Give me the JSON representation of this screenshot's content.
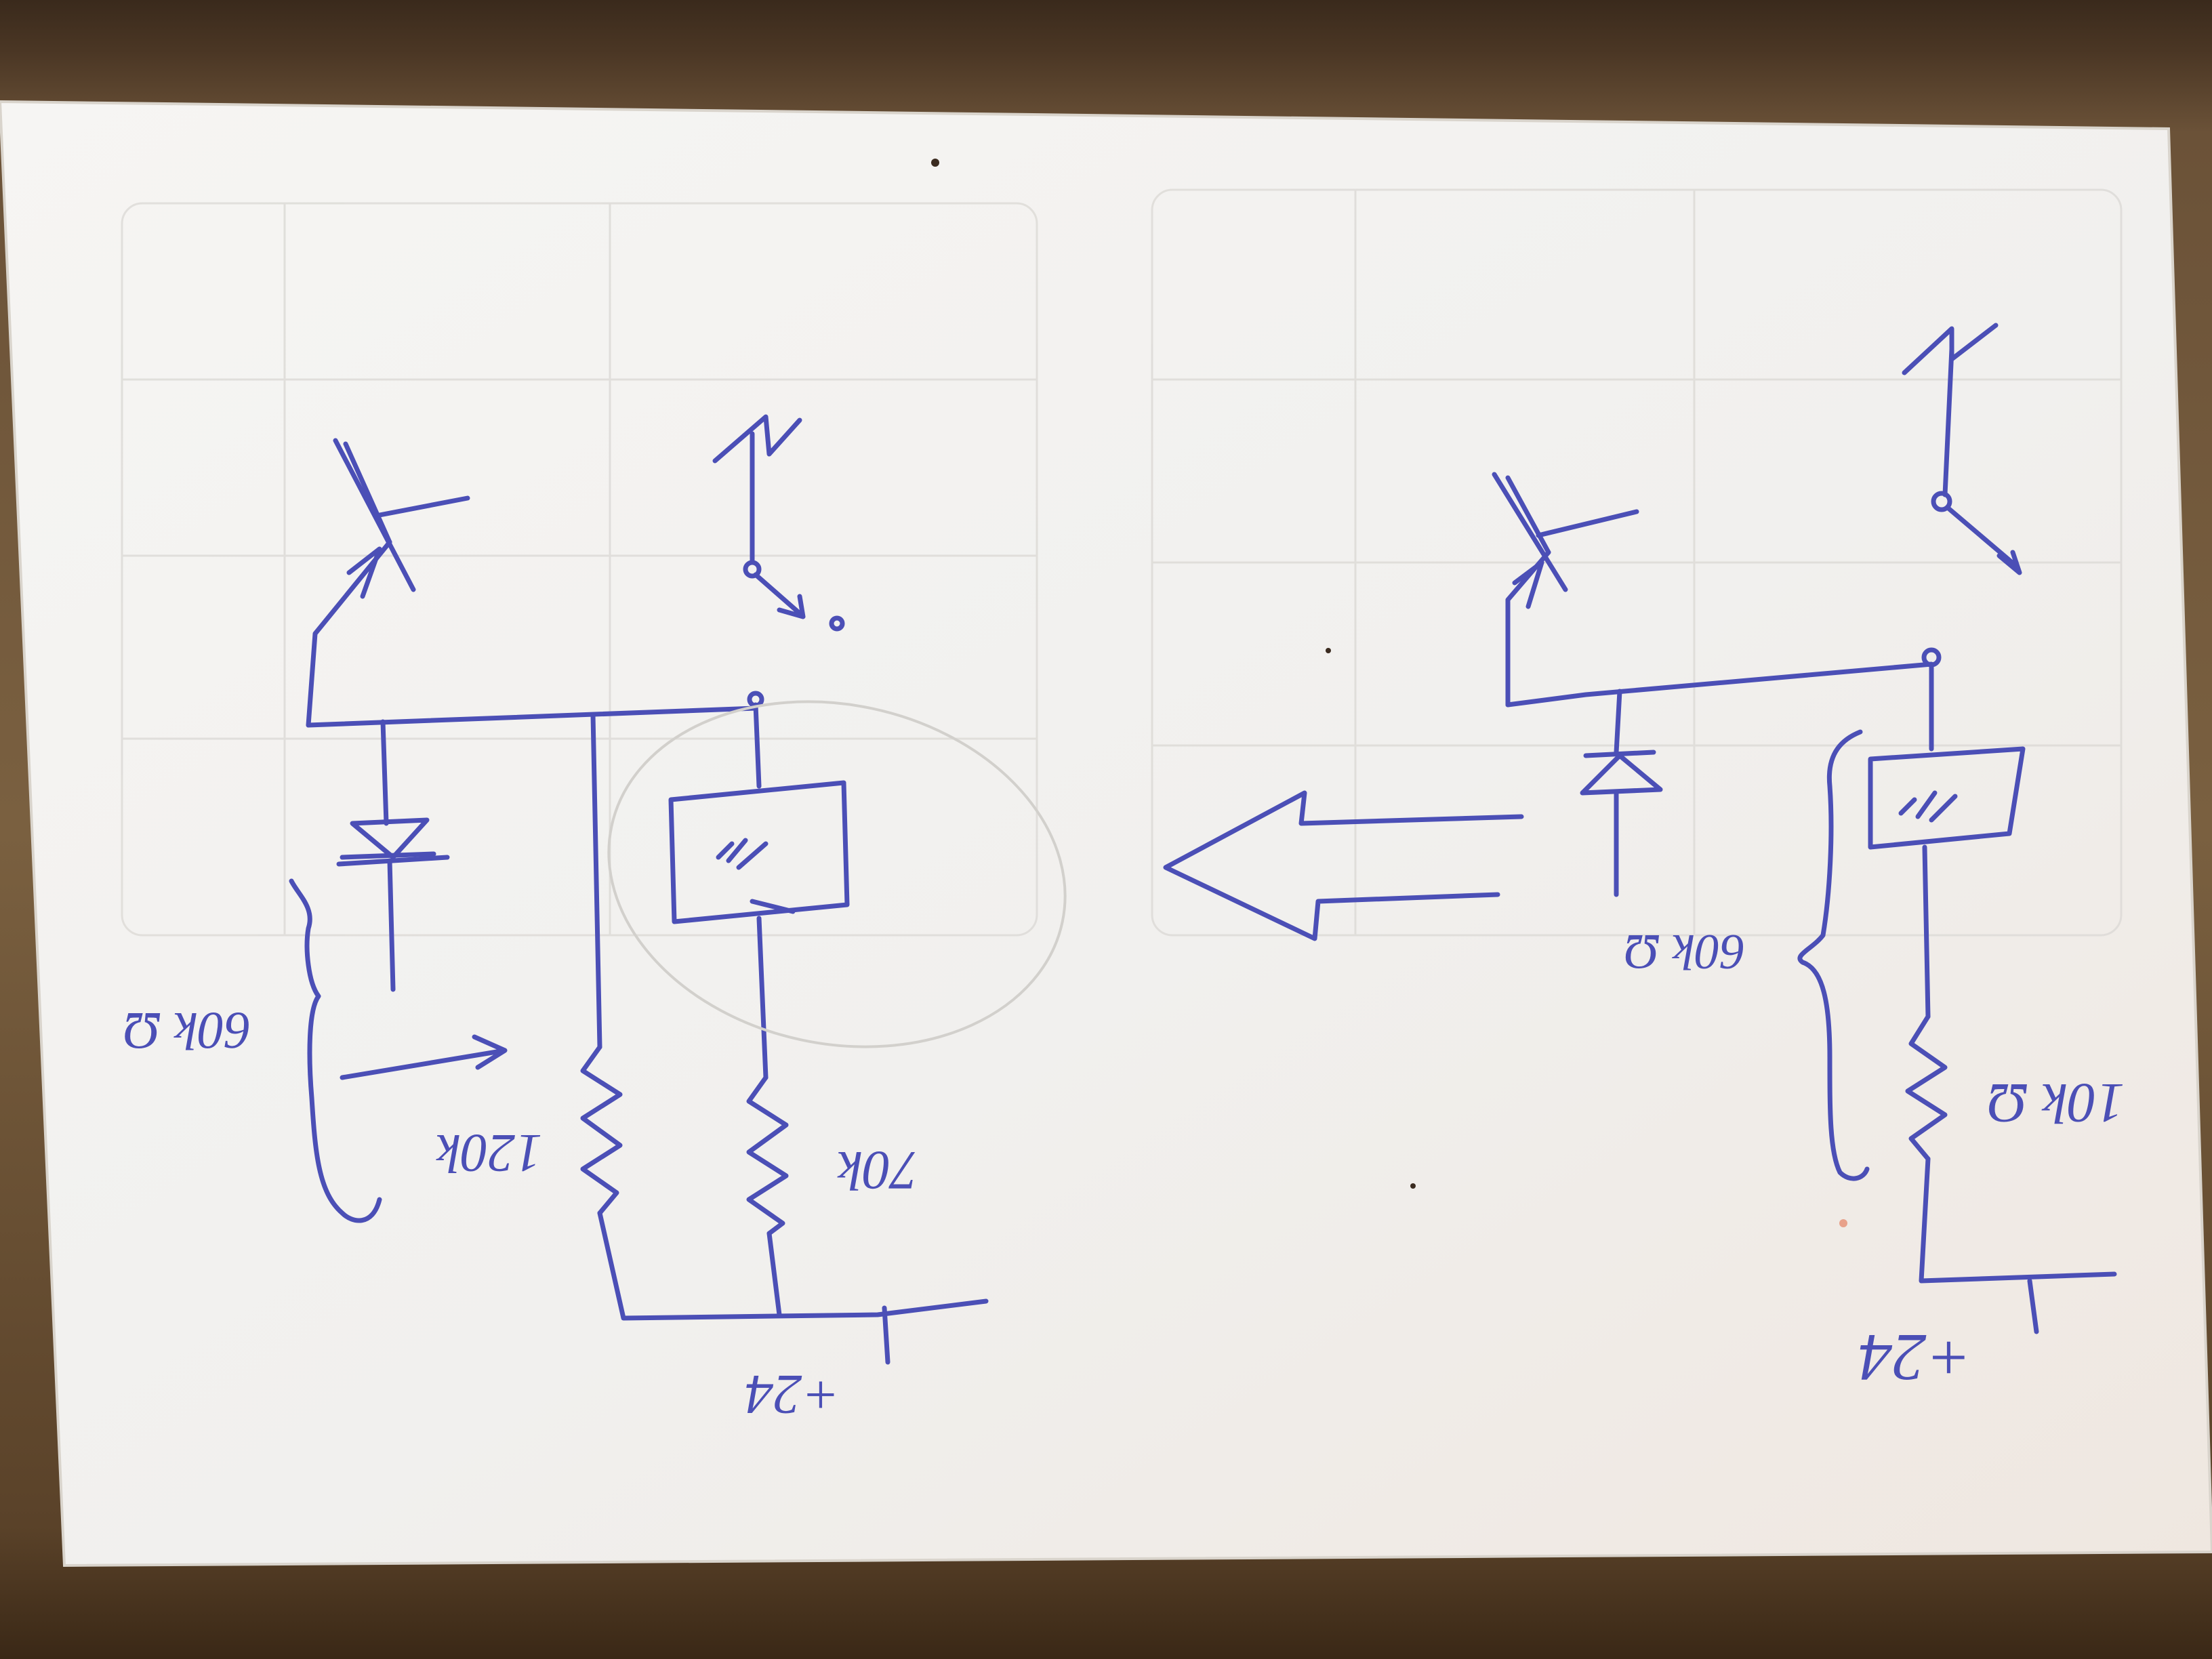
{
  "colors": {
    "ink": "#4b4fb6",
    "paper": "#f3f2f0",
    "desk": "#6b5238"
  },
  "left_circuit": {
    "resistor_120k_label": "120k",
    "resistor_70k_label": "70k",
    "equivalent_label": "60k Ω",
    "supply_label": "+24"
  },
  "right_circuit": {
    "resistor_10k_label": "10k Ω",
    "equivalent_label": "60k Ω",
    "supply_label": "+24"
  },
  "arrow_direction": "right-to-left"
}
